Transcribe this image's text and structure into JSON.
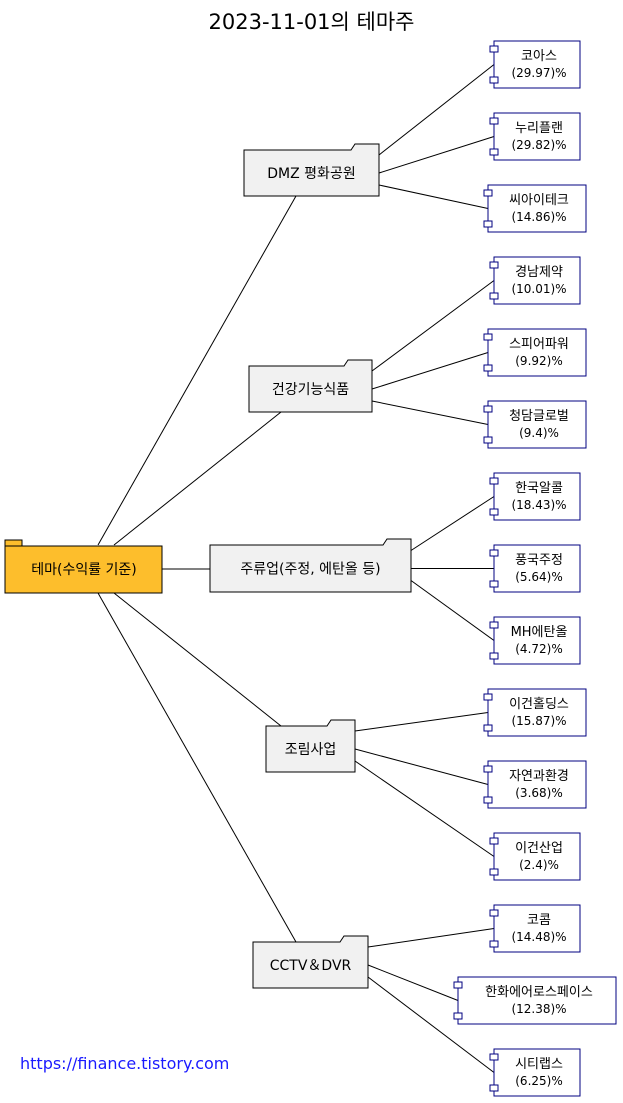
{
  "title": "2023-11-01의 테마주",
  "root": {
    "label": "테마(수익률 기준)"
  },
  "themes": [
    {
      "label": "DMZ 평화공원",
      "stocks": [
        {
          "name": "코아스",
          "pct": "(29.97)%"
        },
        {
          "name": "누리플랜",
          "pct": "(29.82)%"
        },
        {
          "name": "씨아이테크",
          "pct": "(14.86)%"
        }
      ]
    },
    {
      "label": "건강기능식품",
      "stocks": [
        {
          "name": "경남제약",
          "pct": "(10.01)%"
        },
        {
          "name": "스피어파워",
          "pct": "(9.92)%"
        },
        {
          "name": "청담글로벌",
          "pct": "(9.4)%"
        }
      ]
    },
    {
      "label": "주류업(주정, 에탄올 등)",
      "stocks": [
        {
          "name": "한국알콜",
          "pct": "(18.43)%"
        },
        {
          "name": "풍국주정",
          "pct": "(5.64)%"
        },
        {
          "name": "MH에탄올",
          "pct": "(4.72)%"
        }
      ]
    },
    {
      "label": "조림사업",
      "stocks": [
        {
          "name": "이건홀딩스",
          "pct": "(15.87)%"
        },
        {
          "name": "자연과환경",
          "pct": "(3.68)%"
        },
        {
          "name": "이건산업",
          "pct": "(2.4)%"
        }
      ]
    },
    {
      "label": "CCTV＆DVR",
      "stocks": [
        {
          "name": "코콤",
          "pct": "(14.48)%"
        },
        {
          "name": "한화에어로스페이스",
          "pct": "(12.38)%"
        },
        {
          "name": "시티랩스",
          "pct": "(6.25)%"
        }
      ]
    }
  ],
  "colors": {
    "root_fill": "#fdbe2c",
    "theme_fill": "#f1f1f1",
    "component_border": "#000080",
    "link_text": "#1a1aff"
  },
  "footer": {
    "source": "https://finance.tistory.com"
  }
}
